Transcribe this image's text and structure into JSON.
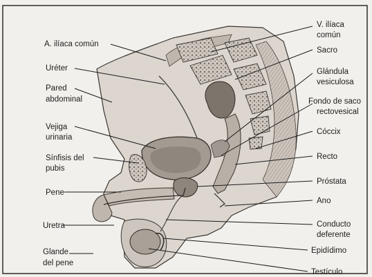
{
  "labels": {
    "iliac_artery": "A. ilíaca común",
    "ureter": "Uréter",
    "abdominal_wall_1": "Pared",
    "abdominal_wall_2": "abdominal",
    "bladder_1": "Vejiga",
    "bladder_2": "urinaria",
    "symphysis_1": "Sínfisis del",
    "symphysis_2": "pubis",
    "penis": "Pene",
    "urethra": "Uretra",
    "glans_1": "Glande",
    "glans_2": "del pene",
    "iliac_vein_1": "V. ilíaca",
    "iliac_vein_2": "común",
    "sacrum": "Sacro",
    "seminal_1": "Glándula",
    "seminal_2": "vesiculosa",
    "rectovesical_1": "Fondo de saco",
    "rectovesical_2": "rectovesical",
    "coccyx": "Cóccix",
    "rectum": "Recto",
    "prostate": "Próstata",
    "anus": "Ano",
    "deferent_1": "Conducto",
    "deferent_2": "deferente",
    "epididymis": "Epidídimo",
    "testicle": "Testículo"
  },
  "colors": {
    "page": "#f1f0ec",
    "border": "#2c2c2c",
    "tissue": "#d9d3cc",
    "tissue_dark": "#a79e95",
    "bone": "#c9c2ba",
    "bone_texture": "#6d655e",
    "text": "#1d1d1d"
  }
}
